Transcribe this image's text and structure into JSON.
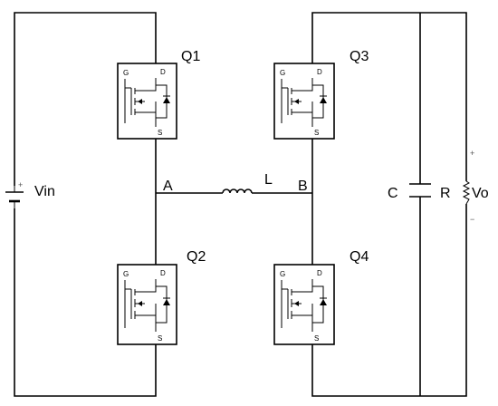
{
  "labels": {
    "vin": "Vin",
    "node_a": "A",
    "node_b": "B",
    "inductor": "L",
    "capacitor": "C",
    "resistor": "R",
    "vo": "Vo",
    "vo_plus": "+",
    "vo_minus": "−",
    "source_plus": "+"
  },
  "switches": [
    {
      "name": "Q1",
      "gate": "G",
      "drain": "D",
      "source": "S"
    },
    {
      "name": "Q2",
      "gate": "G",
      "drain": "D",
      "source": "S"
    },
    {
      "name": "Q3",
      "gate": "G",
      "drain": "D",
      "source": "S"
    },
    {
      "name": "Q4",
      "gate": "G",
      "drain": "D",
      "source": "S"
    }
  ]
}
